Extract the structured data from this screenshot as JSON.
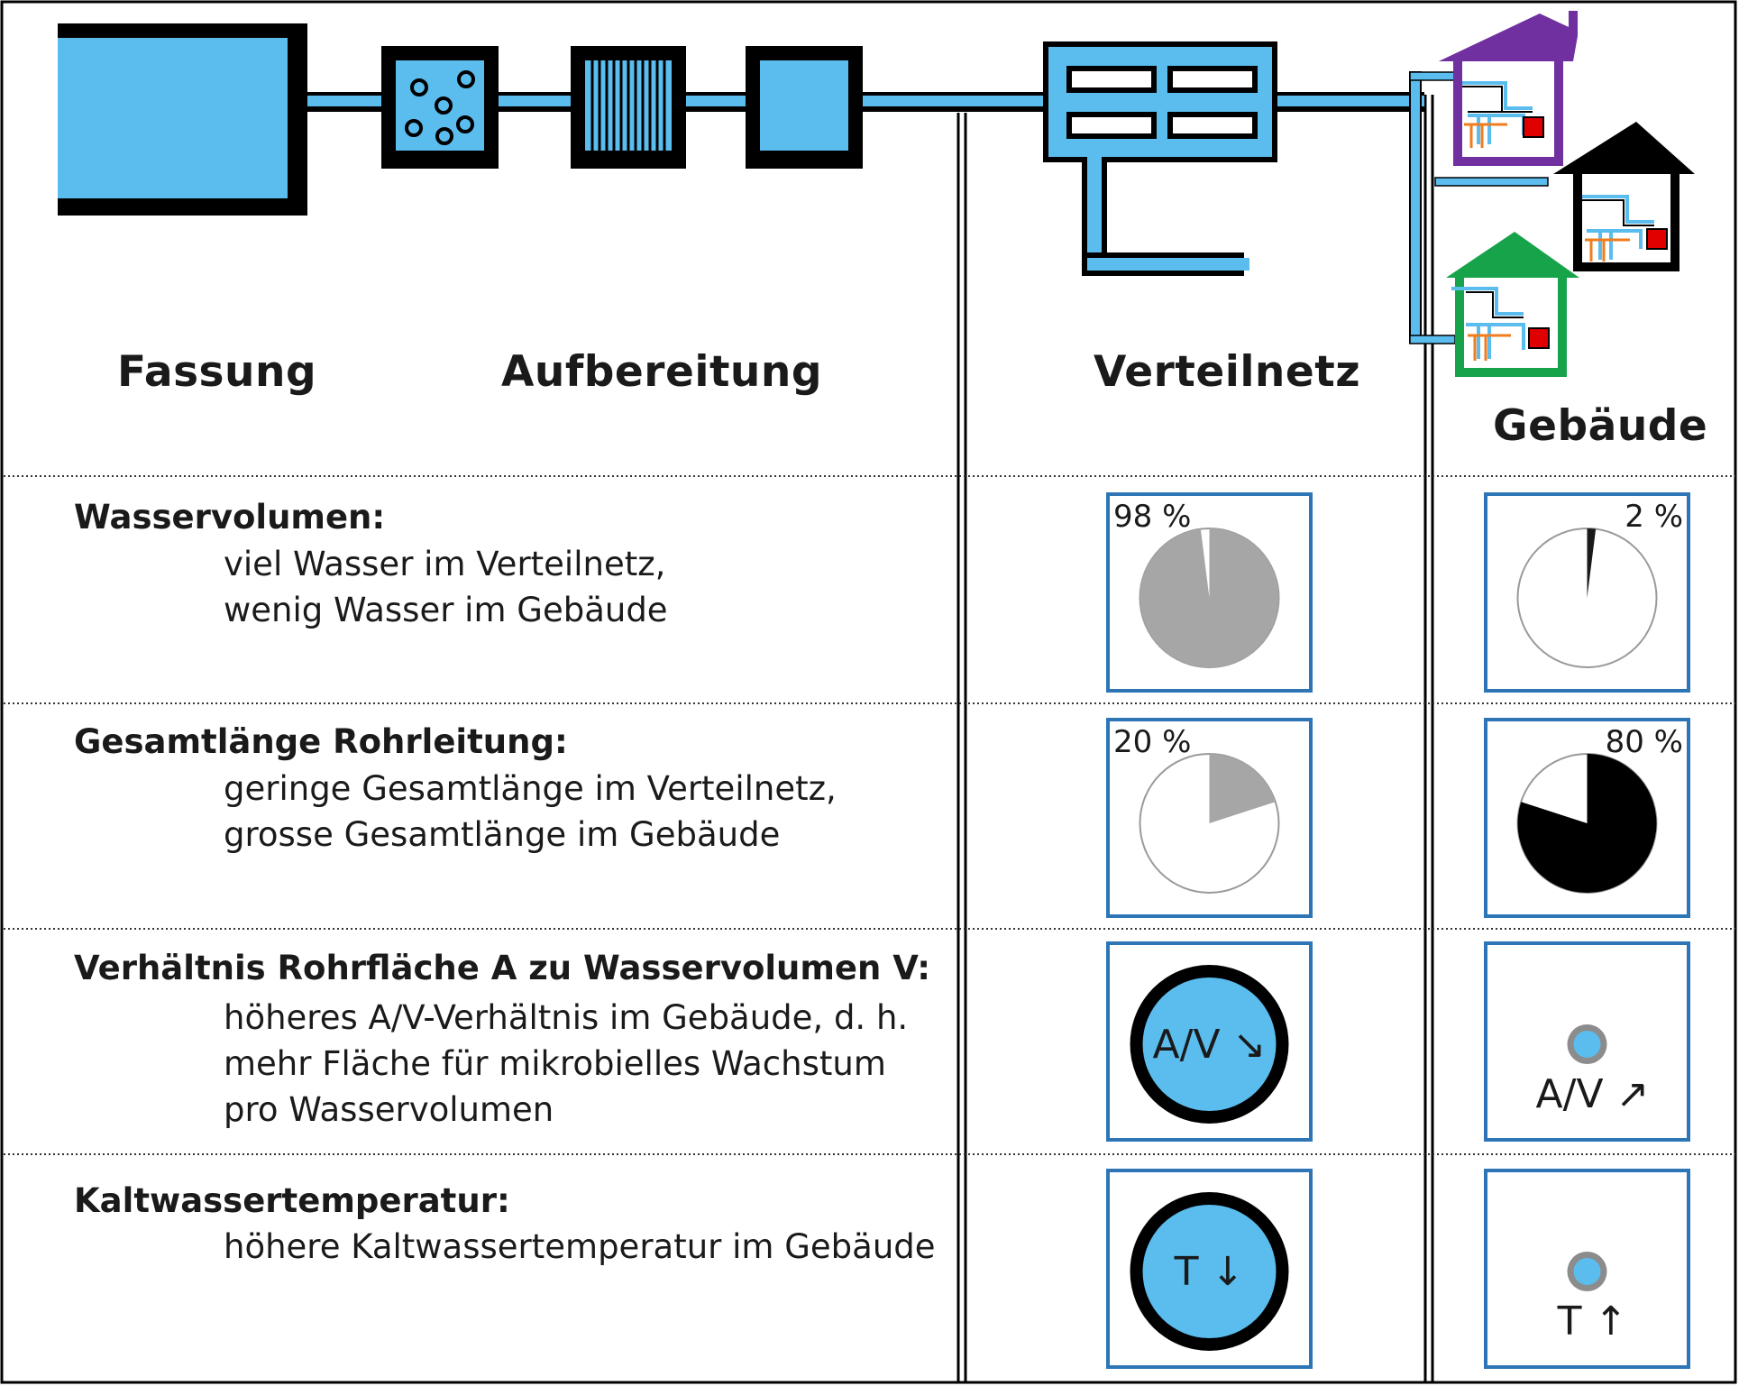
{
  "stages": {
    "fassung": "Fassung",
    "aufbereitung": "Aufbereitung",
    "verteilnetz": "Verteilnetz",
    "gebaeude": "Gebäude"
  },
  "rows": [
    {
      "title": "Wasservolumen:",
      "description": "viel Wasser im Verteilnetz,\nwenig Wasser im Gebäude",
      "verteilnetz": {
        "type": "pie",
        "label": "98 %",
        "value": 98,
        "color": "#a6a6a6"
      },
      "gebaeude": {
        "type": "pie",
        "label": "2 %",
        "value": 2,
        "color": "#1a1a1a"
      }
    },
    {
      "title": "Gesamtlänge Rohrleitung:",
      "description": "geringe Gesamtlänge im Verteilnetz,\ngrosse Gesamtlänge im Gebäude",
      "verteilnetz": {
        "type": "pie",
        "label": "20 %",
        "value": 20,
        "color": "#a6a6a6"
      },
      "gebaeude": {
        "type": "pie",
        "label": "80 %",
        "value": 80,
        "color": "#000000"
      }
    },
    {
      "title": "Verhältnis Rohrfläche A zu Wasservolumen V:",
      "description": "höheres A/V-Verhältnis im Gebäude, d. h.\nmehr Fläche für mikrobielles Wachstum\npro Wasservolumen",
      "verteilnetz": {
        "type": "pipe",
        "label": "A/V ↘"
      },
      "gebaeude": {
        "type": "pipe-small",
        "label": "A/V ↗"
      }
    },
    {
      "title": "Kaltwassertemperatur:",
      "description": "höhere Kaltwassertemperatur im Gebäude",
      "verteilnetz": {
        "type": "pipe",
        "label": "T ↓"
      },
      "gebaeude": {
        "type": "pipe-small",
        "label": "T ↑"
      }
    }
  ],
  "colors": {
    "water": "#5bbcee",
    "outline": "#000000",
    "box_border": "#2e75b6",
    "house_purple": "#7030a0",
    "house_black": "#000000",
    "house_green": "#16a34a",
    "fixture_red": "#e00000",
    "fixture_orange": "#f07d1e"
  }
}
